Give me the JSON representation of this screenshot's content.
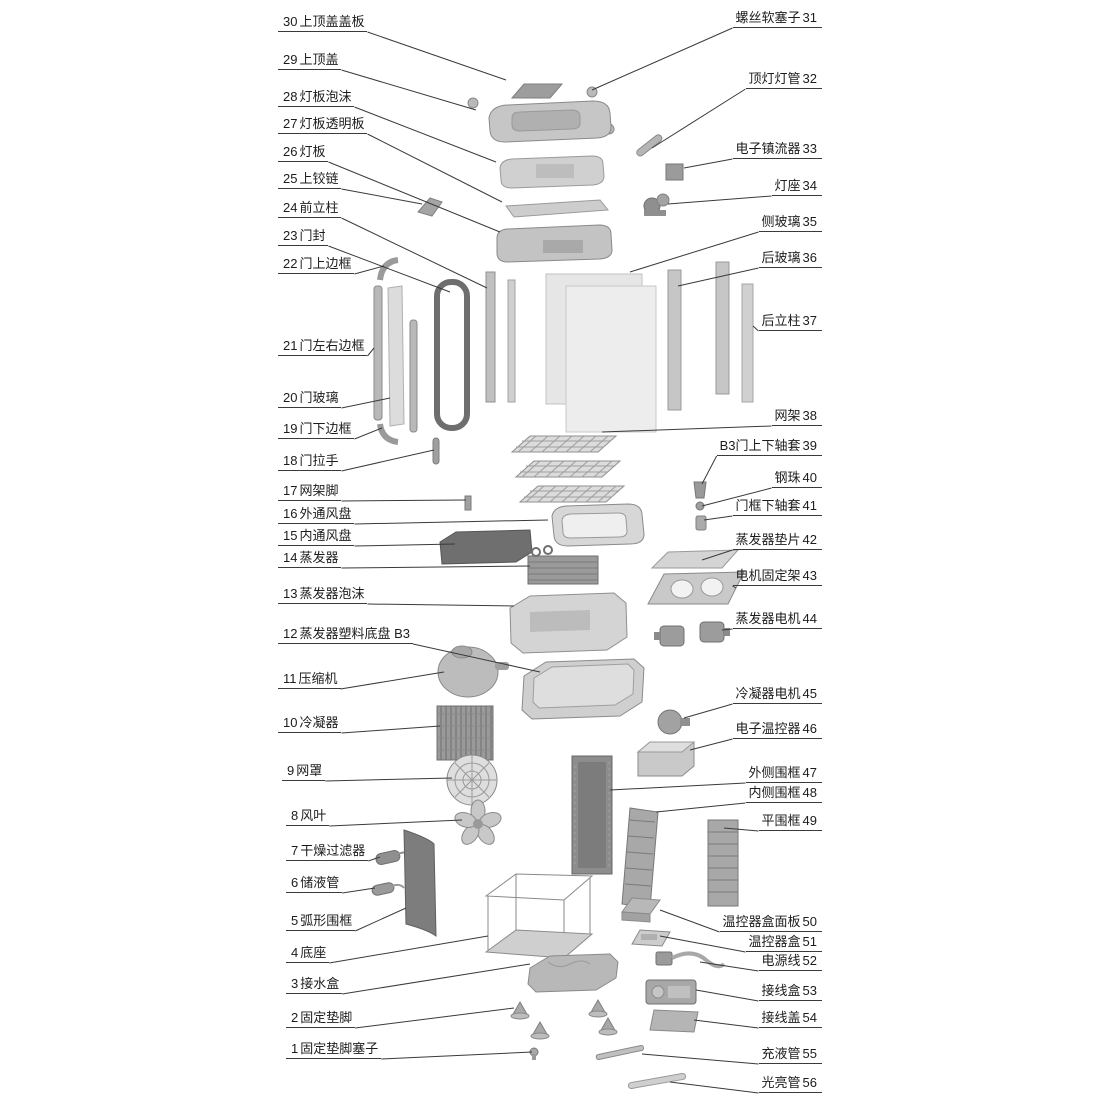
{
  "diagram": {
    "background": "#ffffff",
    "line_color": "#3a3a3a",
    "part_gray_light": "#d9d9d9",
    "part_gray_mid": "#aaaaaa",
    "part_gray_dark": "#7a7a7a"
  },
  "left_labels": [
    {
      "num": "30",
      "text": "上顶盖盖板"
    },
    {
      "num": "29",
      "text": "上顶盖"
    },
    {
      "num": "28",
      "text": "灯板泡沫"
    },
    {
      "num": "27",
      "text": "灯板透明板"
    },
    {
      "num": "26",
      "text": "灯板"
    },
    {
      "num": "25",
      "text": "上铰链"
    },
    {
      "num": "24",
      "text": "前立柱"
    },
    {
      "num": "23",
      "text": "门封"
    },
    {
      "num": "22",
      "text": "门上边框"
    },
    {
      "num": "21",
      "text": "门左右边框"
    },
    {
      "num": "20",
      "text": "门玻璃"
    },
    {
      "num": "19",
      "text": "门下边框"
    },
    {
      "num": "18",
      "text": "门拉手"
    },
    {
      "num": "17",
      "text": "网架脚"
    },
    {
      "num": "16",
      "text": "外通风盘"
    },
    {
      "num": "15",
      "text": "内通风盘"
    },
    {
      "num": "14",
      "text": "蒸发器"
    },
    {
      "num": "13",
      "text": "蒸发器泡沫"
    },
    {
      "num": "12",
      "text": "蒸发器塑料底盘 B3"
    },
    {
      "num": "11",
      "text": "压缩机"
    },
    {
      "num": "10",
      "text": "冷凝器"
    },
    {
      "num": "9",
      "text": "网罩"
    },
    {
      "num": "8",
      "text": "风叶"
    },
    {
      "num": "7",
      "text": "干燥过滤器"
    },
    {
      "num": "6",
      "text": "储液管"
    },
    {
      "num": "5",
      "text": "弧形围框"
    },
    {
      "num": "4",
      "text": "底座"
    },
    {
      "num": "3",
      "text": "接水盒"
    },
    {
      "num": "2",
      "text": "固定垫脚"
    },
    {
      "num": "1",
      "text": "固定垫脚塞子"
    }
  ],
  "right_labels": [
    {
      "num": "31",
      "text": "螺丝软塞子"
    },
    {
      "num": "32",
      "text": "顶灯灯管"
    },
    {
      "num": "33",
      "text": "电子镇流器"
    },
    {
      "num": "34",
      "text": "灯座"
    },
    {
      "num": "35",
      "text": "侧玻璃"
    },
    {
      "num": "36",
      "text": "后玻璃"
    },
    {
      "num": "37",
      "text": "后立柱"
    },
    {
      "num": "38",
      "text": "网架"
    },
    {
      "num": "39",
      "text": "B3门上下轴套"
    },
    {
      "num": "40",
      "text": "钢珠"
    },
    {
      "num": "41",
      "text": "门框下轴套"
    },
    {
      "num": "42",
      "text": "蒸发器垫片"
    },
    {
      "num": "43",
      "text": "电机固定架"
    },
    {
      "num": "44",
      "text": "蒸发器电机"
    },
    {
      "num": "45",
      "text": "冷凝器电机"
    },
    {
      "num": "46",
      "text": "电子温控器"
    },
    {
      "num": "47",
      "text": "外侧围框"
    },
    {
      "num": "48",
      "text": "内侧围框"
    },
    {
      "num": "49",
      "text": "平围框"
    },
    {
      "num": "50",
      "text": "温控器盒面板"
    },
    {
      "num": "51",
      "text": "温控器盒"
    },
    {
      "num": "52",
      "text": "电源线"
    },
    {
      "num": "53",
      "text": "接线盒"
    },
    {
      "num": "54",
      "text": "接线盖"
    },
    {
      "num": "55",
      "text": "充液管"
    },
    {
      "num": "56",
      "text": "光亮管"
    }
  ]
}
